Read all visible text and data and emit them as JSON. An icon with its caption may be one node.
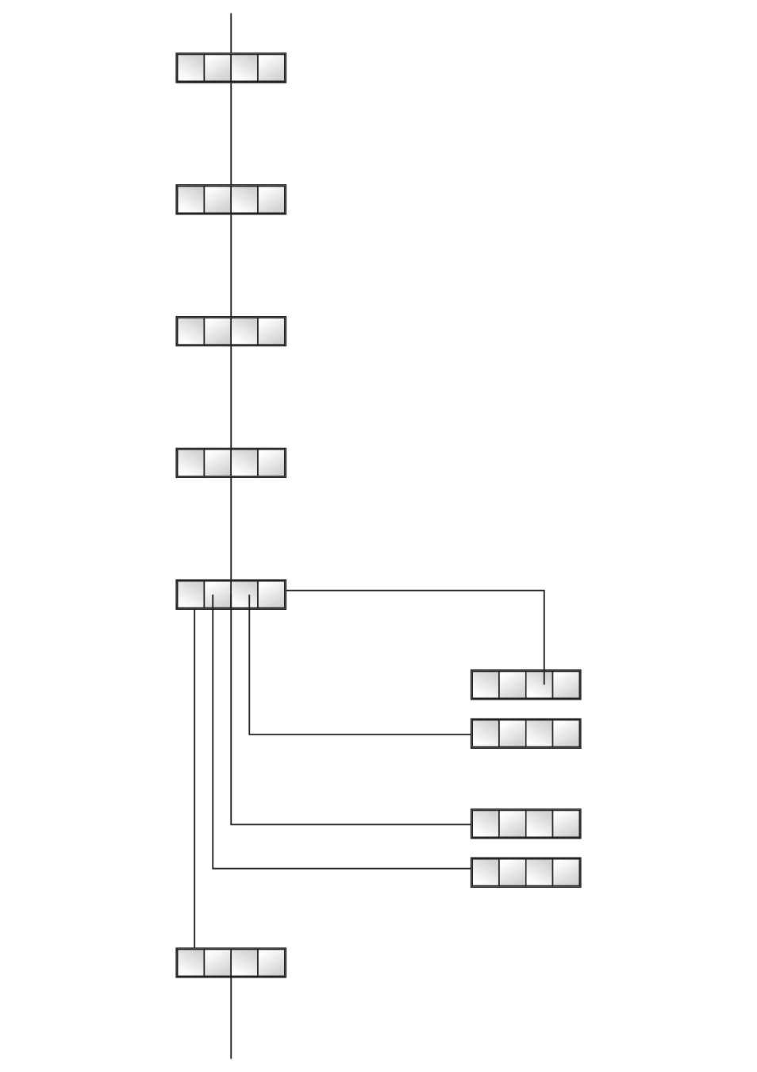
{
  "diagram": {
    "nodes": [
      {
        "text": [],
        "shape": "box"
      },
      {
        "text": [],
        "shape": "box"
      },
      {
        "text": [],
        "shape": "box"
      },
      {
        "text": [],
        "shape": "box"
      },
      {
        "text": [],
        "shape": "box"
      },
      {
        "text": [],
        "shape": "box"
      },
      {
        "text": [],
        "shape": "box"
      },
      {
        "text": [],
        "shape": "box"
      },
      {
        "text": [],
        "shape": "box"
      },
      {
        "text": [],
        "shape": "box"
      }
    ],
    "edges": [
      {
        "from": null,
        "to": 0,
        "arrow": "none"
      },
      {
        "from": 0,
        "to": 1,
        "arrow": "none"
      },
      {
        "from": 1,
        "to": 2,
        "arrow": "none"
      },
      {
        "from": 2,
        "to": 3,
        "arrow": "none"
      },
      {
        "from": 3,
        "to": 4,
        "arrow": "none"
      },
      {
        "from": 4,
        "to": 5,
        "arrow": "none"
      },
      {
        "from": 5,
        "to": null,
        "arrow": "none"
      },
      {
        "from": 4,
        "to": 6,
        "arrow": "none"
      },
      {
        "from": 4,
        "to": 7,
        "arrow": "none"
      },
      {
        "from": 4,
        "to": 8,
        "arrow": "none"
      },
      {
        "from": 4,
        "to": 9,
        "arrow": "none"
      }
    ]
  }
}
